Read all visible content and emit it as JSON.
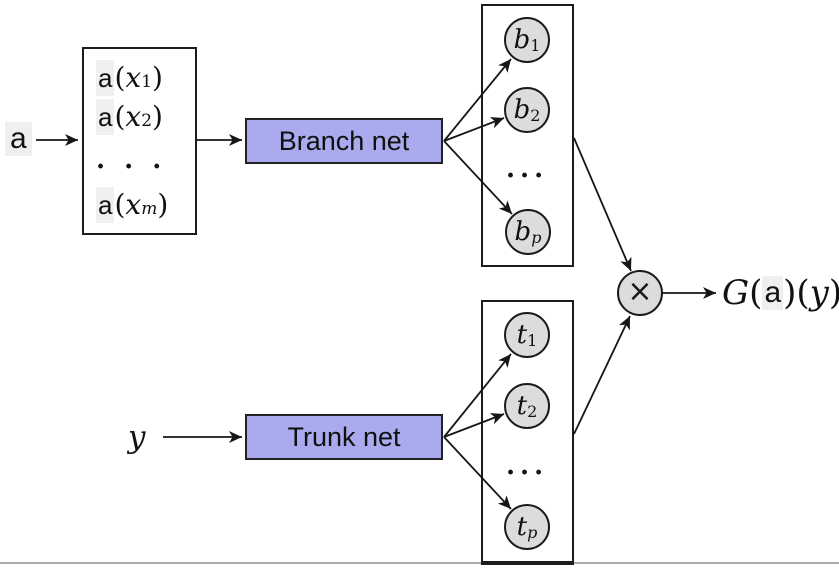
{
  "labels": {
    "input_function": "a",
    "query_point": "y",
    "branch_net": "Branch net",
    "trunk_net": "Trunk net",
    "multiply": "×",
    "dots": "..."
  },
  "input_box": {
    "rows": [
      {
        "func": "a",
        "open": "(",
        "var": "x",
        "sub": "1",
        "close": ")"
      },
      {
        "func": "a",
        "open": "(",
        "var": "x",
        "sub": "2",
        "close": ")"
      },
      {
        "dots": ". . ."
      },
      {
        "func": "a",
        "open": "(",
        "var": "x",
        "sub": "m",
        "close": ")"
      }
    ]
  },
  "branch_outputs": {
    "nodes": [
      {
        "var": "b",
        "sub": "1"
      },
      {
        "var": "b",
        "sub": "2"
      },
      {
        "var": "b",
        "sub": "p"
      }
    ],
    "dots": "..."
  },
  "trunk_outputs": {
    "nodes": [
      {
        "var": "t",
        "sub": "1"
      },
      {
        "var": "t",
        "sub": "2"
      },
      {
        "var": "t",
        "sub": "p"
      }
    ],
    "dots": "..."
  },
  "output": {
    "op": "G",
    "open1": "(",
    "arg": "a",
    "close1": ")",
    "open2": "(",
    "var": "y",
    "close2": ")"
  },
  "colors": {
    "net_box_fill": "#aaaaee",
    "node_fill": "#dcdcdc",
    "line": "#161616",
    "highlight": "#efefef",
    "bottom_rule": "#a9a9a9"
  }
}
